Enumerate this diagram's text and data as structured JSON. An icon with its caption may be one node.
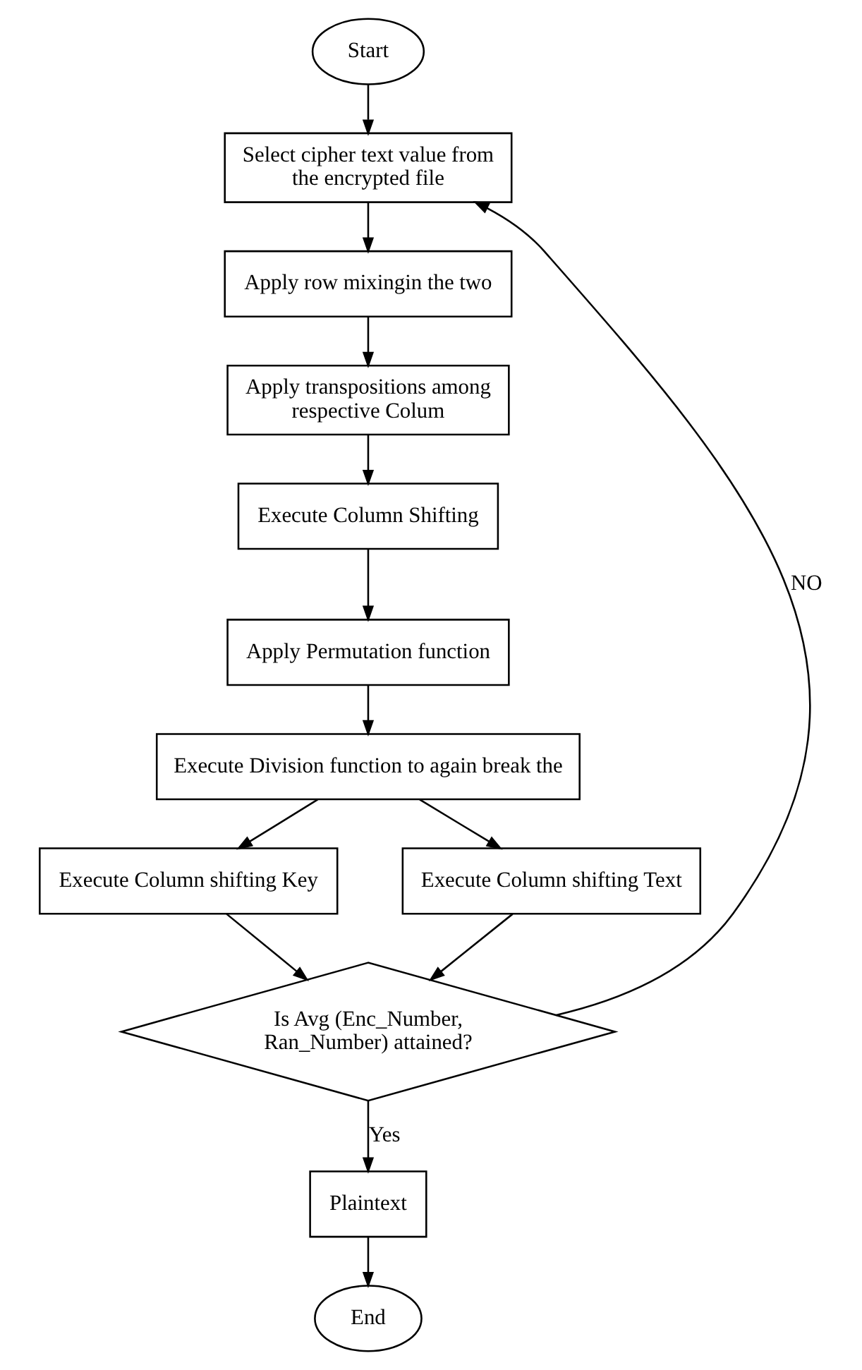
{
  "diagram": {
    "nodes": [
      {
        "text": [
          "Start"
        ]
      },
      {
        "text": [
          "Select cipher text value from the encrypted file"
        ]
      },
      {
        "text": [
          "Apply row mixingin the two"
        ]
      },
      {
        "text": [
          "Apply transpositions among respective Colum"
        ]
      },
      {
        "text": [
          "Execute Column Shifting"
        ]
      },
      {
        "text": [
          "Apply Permutation function"
        ]
      },
      {
        "text": [
          "Execute Division function to again break the"
        ]
      },
      {
        "text": [
          "Execute Column shifting Key"
        ]
      },
      {
        "text": [
          "Execute Column shifting Text"
        ]
      },
      {
        "text": [
          "Is Avg (Enc_Number, Ran_Number) attained?"
        ]
      },
      {
        "text": [
          "Plaintext"
        ]
      },
      {
        "text": [
          "End"
        ]
      }
    ],
    "edges": [
      {
        "from": 0,
        "to": 1,
        "arrow": "to"
      },
      {
        "from": 1,
        "to": 2,
        "arrow": "to"
      },
      {
        "from": 2,
        "to": 3,
        "arrow": "to"
      },
      {
        "from": 3,
        "to": 4,
        "arrow": "to"
      },
      {
        "from": 4,
        "to": 5,
        "arrow": "to"
      },
      {
        "from": 5,
        "to": 6,
        "arrow": "to"
      },
      {
        "from": 6,
        "to": 7,
        "arrow": "to"
      },
      {
        "from": 6,
        "to": 8,
        "arrow": "to"
      },
      {
        "from": 7,
        "to": 9,
        "arrow": "to"
      },
      {
        "from": 8,
        "to": 9,
        "arrow": "to"
      },
      {
        "from": 9,
        "to": 1,
        "arrow": "to",
        "label": "NO"
      },
      {
        "from": 9,
        "to": 10,
        "arrow": "to",
        "label": "Yes"
      },
      {
        "from": 10,
        "to": 11,
        "arrow": "to"
      }
    ]
  }
}
